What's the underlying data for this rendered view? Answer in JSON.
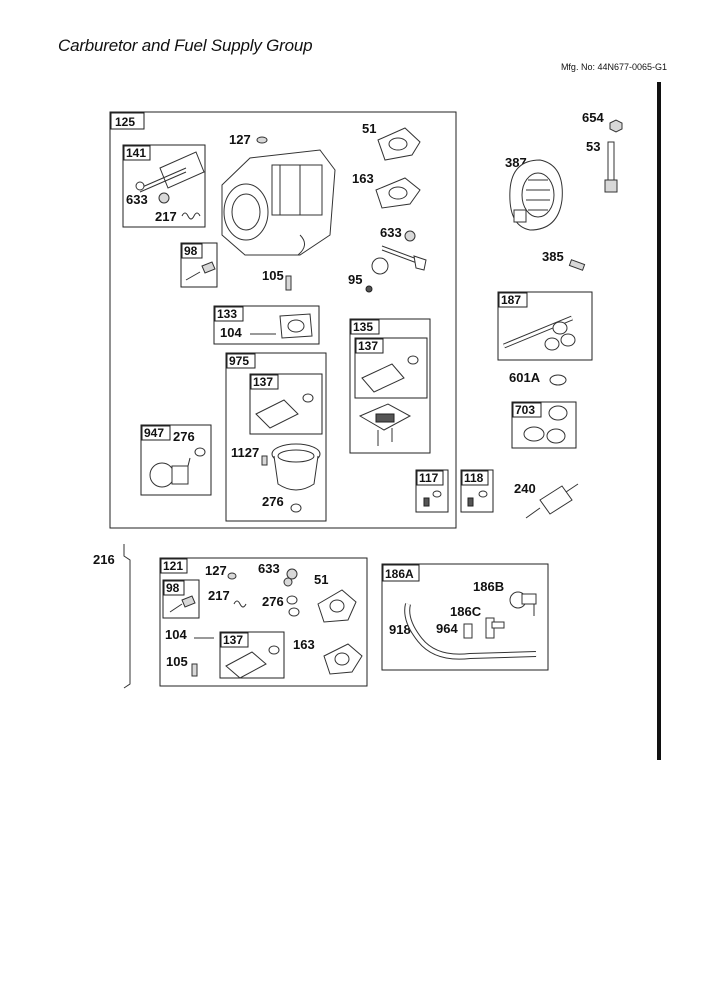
{
  "title": "Carburetor and Fuel Supply Group",
  "mfg_no": "Mfg. No: 44N677-0065-G1",
  "kit_tags": {
    "k125": "125",
    "k141": "141",
    "k98a": "98",
    "k133": "133",
    "k135": "135",
    "k137a": "137",
    "k975": "975",
    "k137b": "137",
    "k947": "947",
    "k117": "117",
    "k118": "118",
    "k187": "187",
    "k703": "703",
    "k121": "121",
    "k98b": "98",
    "k137c": "137",
    "k186A": "186A"
  },
  "labels": {
    "l127a": "127",
    "l51a": "51",
    "l163a": "163",
    "l633a": "633",
    "l217a": "217",
    "l633b": "633",
    "l105a": "105",
    "l95": "95",
    "l104a": "104",
    "l276a": "276",
    "l1127": "1127",
    "l276b": "276",
    "l654": "654",
    "l53": "53",
    "l387": "387",
    "l385": "385",
    "l601A": "601A",
    "l240": "240",
    "l216": "216",
    "l127b": "127",
    "l633c": "633",
    "l51b": "51",
    "l217b": "217",
    "l276c": "276",
    "l104b": "104",
    "l105b": "105",
    "l163b": "163",
    "l186B": "186B",
    "l186C": "186C",
    "l918": "918",
    "l964": "964"
  }
}
